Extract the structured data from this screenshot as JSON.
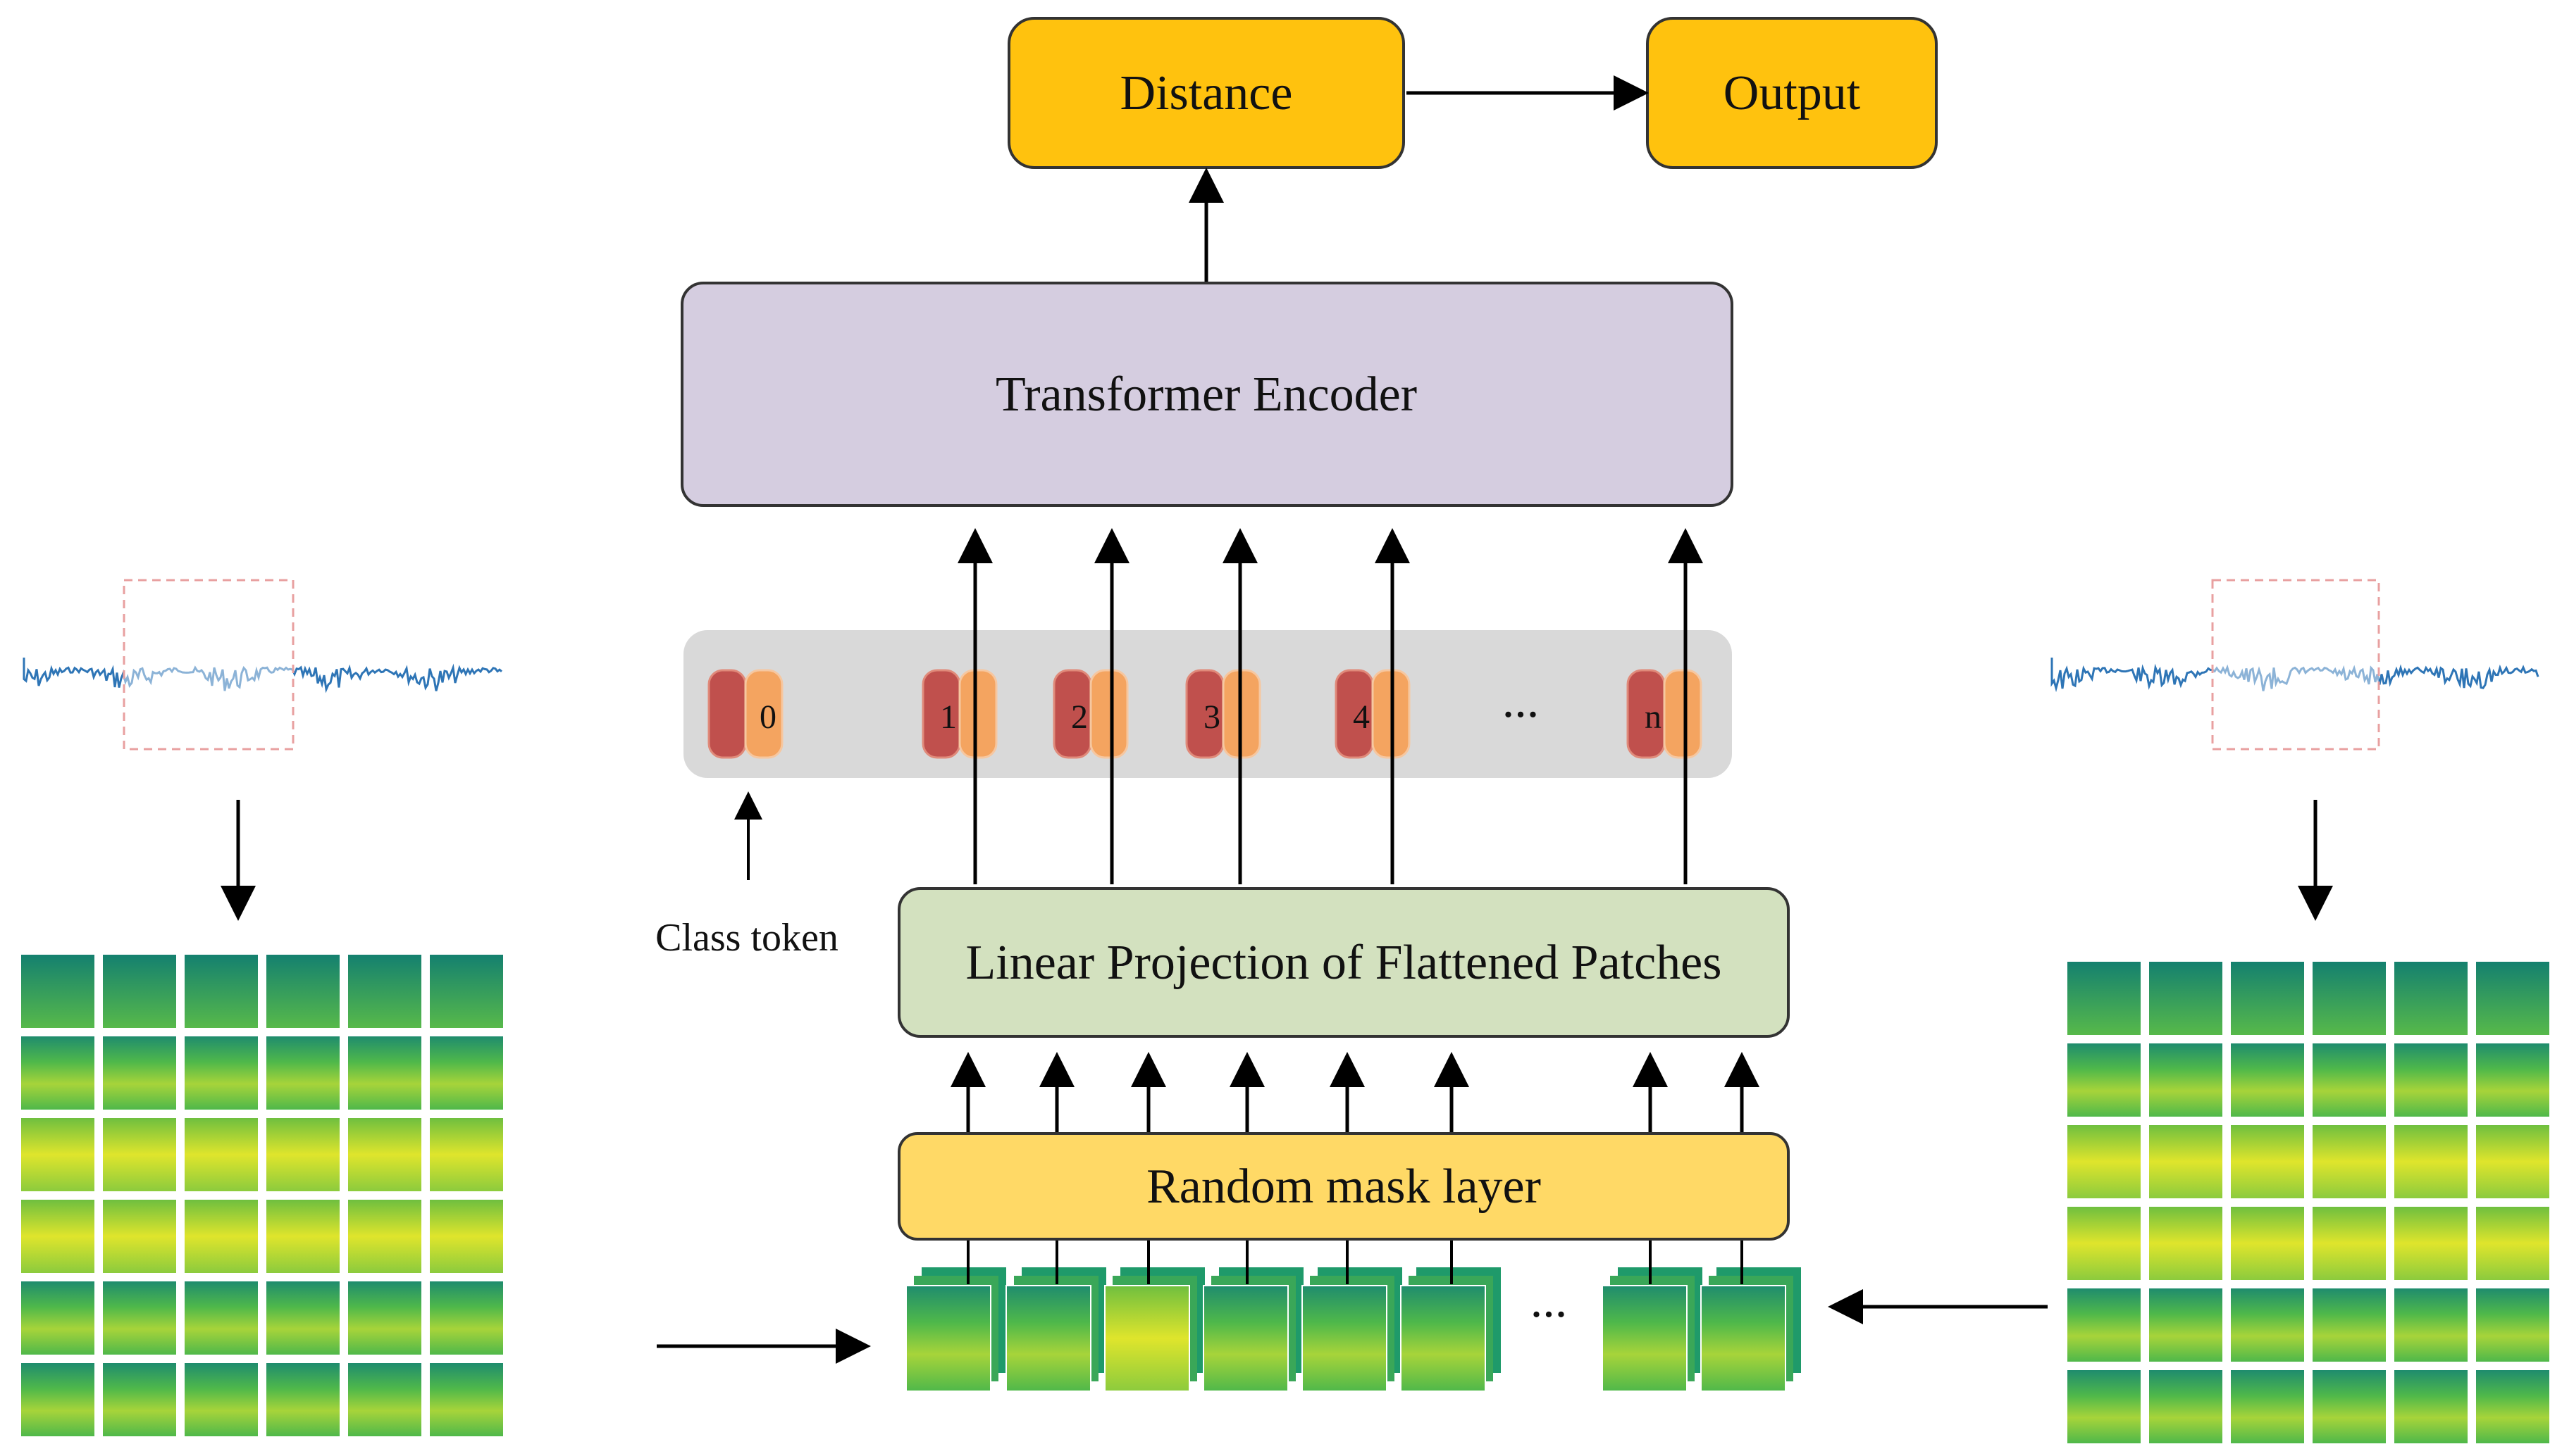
{
  "blocks": {
    "distance": "Distance",
    "output": "Output",
    "transformer": "Transformer Encoder",
    "linear": "Linear Projection of Flattened  Patches",
    "mask": "Random mask  layer"
  },
  "class_token_label": "Class token",
  "tokens": [
    "0",
    "1",
    "2",
    "3",
    "4",
    "n"
  ],
  "ellipsis": "...",
  "patch_ellipsis": "...",
  "colors": {
    "gold_box": "#ffc20e",
    "transformer_box": "#d5cde0",
    "linear_box": "#d3e1bf",
    "mask_box": "#ffd966",
    "token_tray": "#d9d9d9",
    "token_red": "#c0504d",
    "token_orange": "#f4a460",
    "waveform": "#2e75b6",
    "selection_border": "#e8a0a0",
    "spectro_green": "#33a85f",
    "spectro_yellow": "#d9e52a"
  },
  "icons": {
    "waveform_left": "audio-waveform-icon",
    "waveform_right": "audio-waveform-icon",
    "spectrogram_grid": "spectrogram-patch-grid"
  }
}
